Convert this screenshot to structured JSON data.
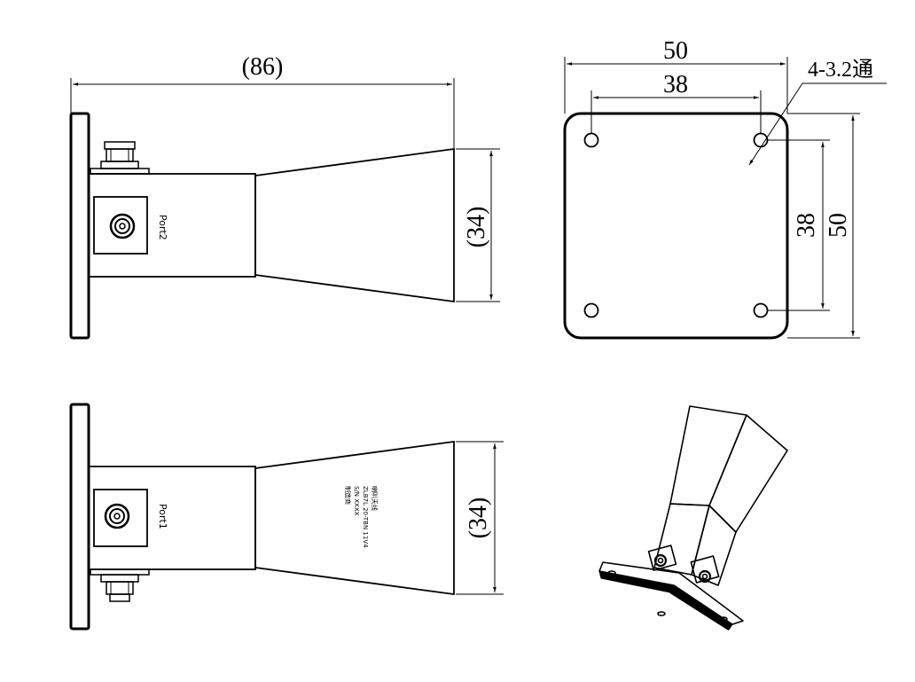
{
  "dimensions": {
    "overall_length": "(86)",
    "side_aperture_top": "(34)",
    "side_aperture_bottom": "(34)",
    "flange_width": "50",
    "hole_spacing_h": "38",
    "hole_spacing_v": "38",
    "flange_height": "50",
    "hole_callout": "4-3.2通"
  },
  "ports": {
    "top_view": "Port2",
    "bottom_view": "Port1"
  },
  "nameplate": {
    "lines": [
      "喇叭天线",
      "ZLB7L 20-TBN 11V4",
      "S/N XXXX",
      "制造商"
    ]
  }
}
